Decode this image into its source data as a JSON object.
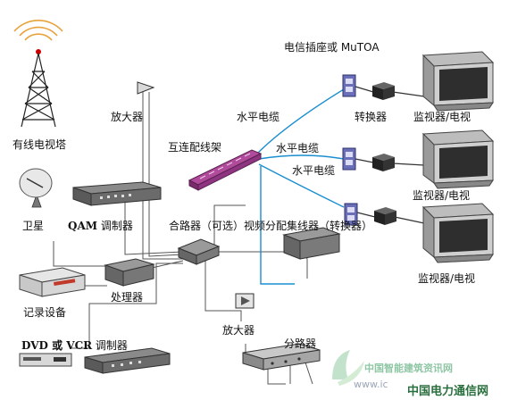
{
  "labels": {
    "telecom_outlet": "电信插座或 MuTOA",
    "amplifier_top": "放大器",
    "horizontal_cable_1": "水平电缆",
    "horizontal_cable_2": "水平电缆",
    "horizontal_cable_3": "水平电缆",
    "converter_top": "转换器",
    "monitor_1": "监视器/电视",
    "monitor_2": "监视器/电视",
    "monitor_3": "监视器/电视",
    "cable_tower": "有线电视塔",
    "cross_connect": "互连配线架",
    "satellite": "卫星",
    "qam_prefix": "QAM",
    "qam_suffix": " 调制器",
    "combiner_line": "合路器（可选）视频分配集线器（转换器）",
    "processor": "处理器",
    "recorder": "记录设备",
    "amplifier_bottom": "放大器",
    "dvd_prefix": "DVD 或 VCR",
    "dvd_suffix": " 调制器",
    "splitter": "分路器"
  },
  "watermark": {
    "line1": "中国智能建筑资讯网",
    "line2": "www.ic",
    "line3": "中国电力通信网"
  }
}
